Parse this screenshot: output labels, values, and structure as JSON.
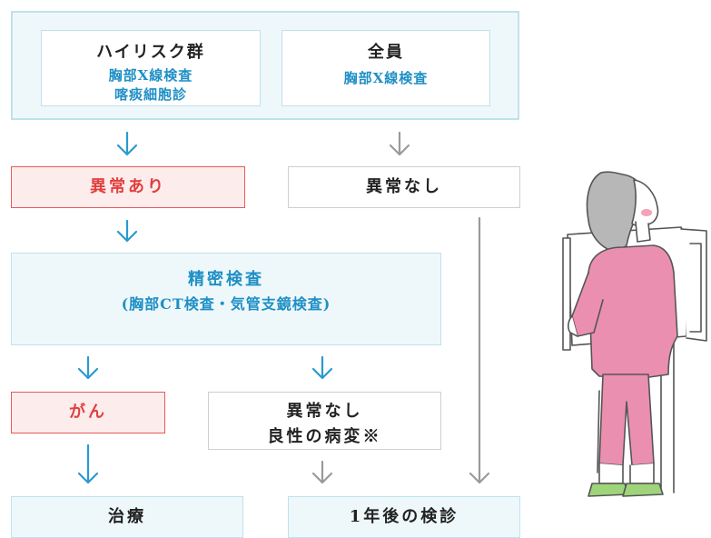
{
  "screening": {
    "high_risk": {
      "title": "ハイリスク群",
      "tests": [
        "胸部X線検査",
        "喀痰細胞診"
      ]
    },
    "everyone": {
      "title": "全員",
      "tests": [
        "胸部X線検査"
      ]
    }
  },
  "results": {
    "abnormal": "異常あり",
    "normal": "異常なし"
  },
  "detailed": {
    "title": "精密検査",
    "subtitle": "(胸部CT検査・気管支鏡検査)"
  },
  "outcomes": {
    "cancer": "がん",
    "benign": [
      "異常なし",
      "良性の病変※"
    ],
    "treatment": "治療",
    "followup": "1年後の検診"
  },
  "colors": {
    "blue_accent": "#1f8fc6",
    "red_accent": "#e0403f",
    "box_fill_blue": "#eef8fb",
    "box_fill_red": "#fdecec",
    "arrow_gray": "#9a9a9a"
  },
  "illustration": "patient-xray-figure"
}
